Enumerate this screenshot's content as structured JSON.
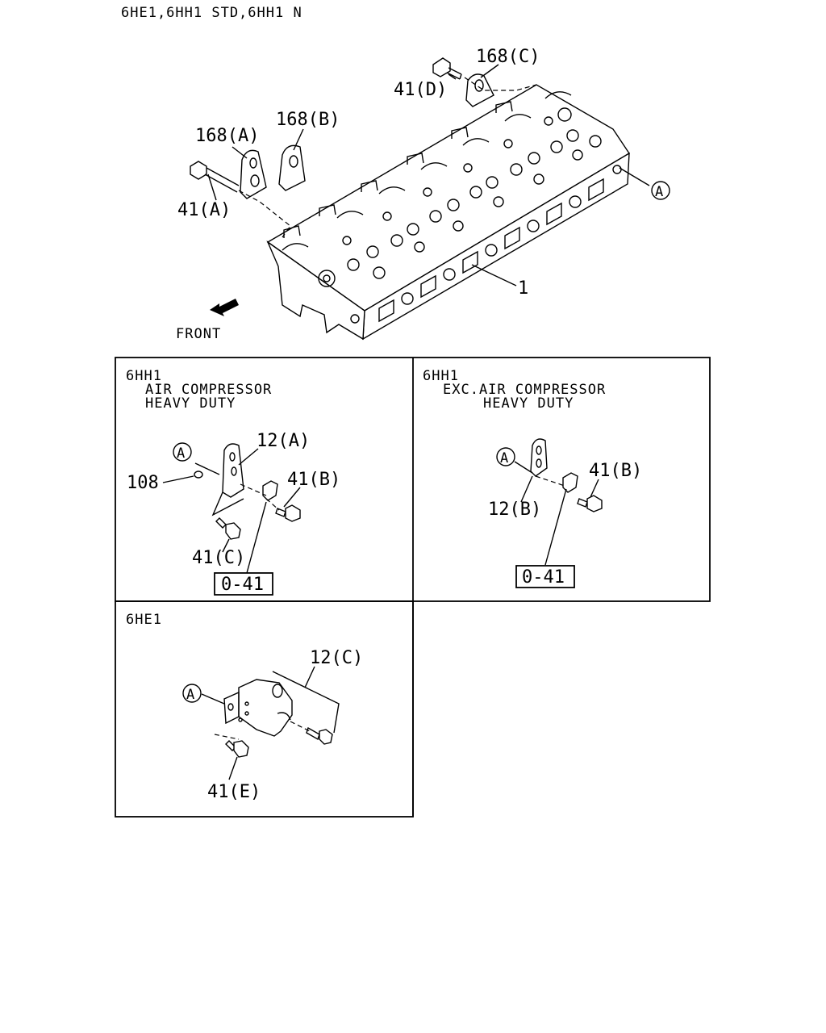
{
  "page_title": "6HE1,6HH1 STD,6HH1 N",
  "main_view": {
    "labels": {
      "bolt_d": "41(D)",
      "gasket_c": "168(C)",
      "gasket_a": "168(A)",
      "gasket_b": "168(B)",
      "bolt_a": "41(A)",
      "ref_a": "A",
      "head": "1",
      "front": "FRONT"
    }
  },
  "panels": [
    {
      "model": "6HH1",
      "line1": "AIR COMPRESSOR",
      "line2": "HEAVY DUTY",
      "labels": {
        "ref_a": "A",
        "bracket": "12(A)",
        "ring": "108",
        "bolt_b": "41(B)",
        "bolt_c": "41(C)",
        "box": "0-41"
      }
    },
    {
      "model": "6HH1",
      "line1": "EXC.AIR COMPRESSOR",
      "line2": "HEAVY DUTY",
      "labels": {
        "ref_a": "A",
        "bolt_b": "41(B)",
        "bracket": "12(B)",
        "box": "0-41"
      }
    },
    {
      "model": "6HE1",
      "labels": {
        "bracket": "12(C)",
        "ref_a": "A",
        "bolt_e": "41(E)"
      }
    }
  ]
}
